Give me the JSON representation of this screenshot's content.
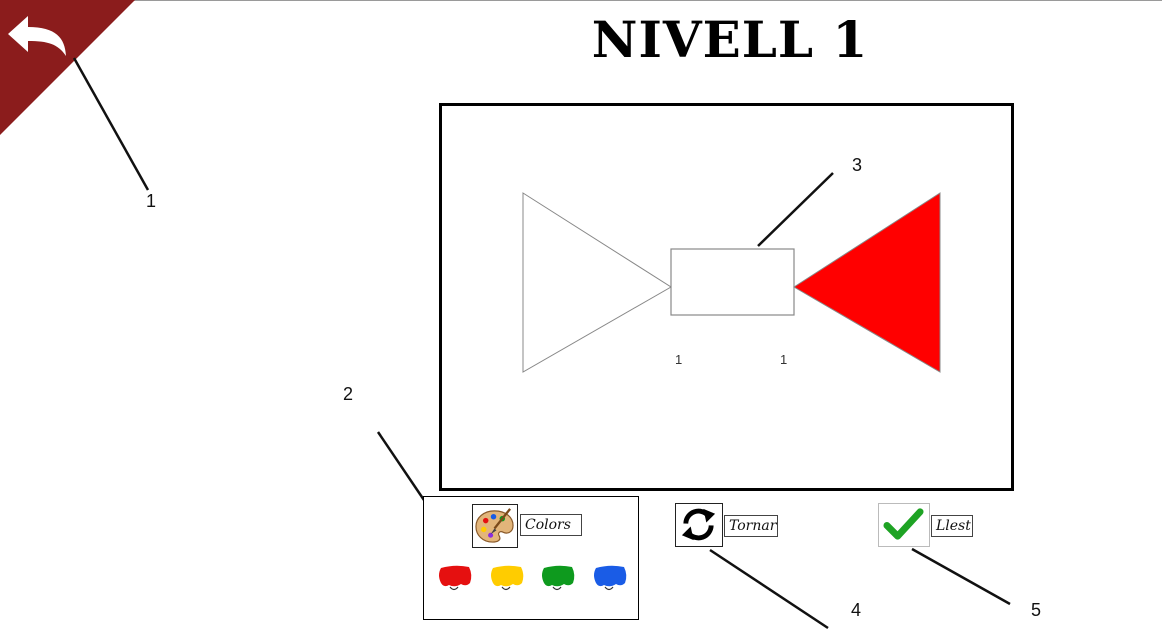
{
  "header": {
    "title": "NIVELL 1"
  },
  "nav": {
    "back_icon": "undo-arrow-icon",
    "back_color": "#8b1c1c"
  },
  "canvas": {
    "piece_labels": [
      "1",
      "1"
    ],
    "pieces": [
      {
        "shape": "triangle",
        "side": "left",
        "fill": "#ffffff"
      },
      {
        "shape": "rectangle",
        "side": "center",
        "fill": "#ffffff"
      },
      {
        "shape": "triangle",
        "side": "right",
        "fill": "#ff0000"
      }
    ]
  },
  "palette": {
    "icon": "paint-palette-icon",
    "label": "Colors",
    "swatches": [
      {
        "name": "red",
        "color": "#e51010"
      },
      {
        "name": "yellow",
        "color": "#ffcc00"
      },
      {
        "name": "green",
        "color": "#0e9a1e"
      },
      {
        "name": "blue",
        "color": "#1a5ce6"
      }
    ]
  },
  "actions": {
    "reset": {
      "label": "Tornar",
      "icon": "refresh-icon"
    },
    "done": {
      "label": "Llest",
      "icon": "checkmark-icon",
      "icon_color": "#1ea324"
    }
  },
  "callouts": [
    "1",
    "2",
    "3",
    "4",
    "5"
  ]
}
